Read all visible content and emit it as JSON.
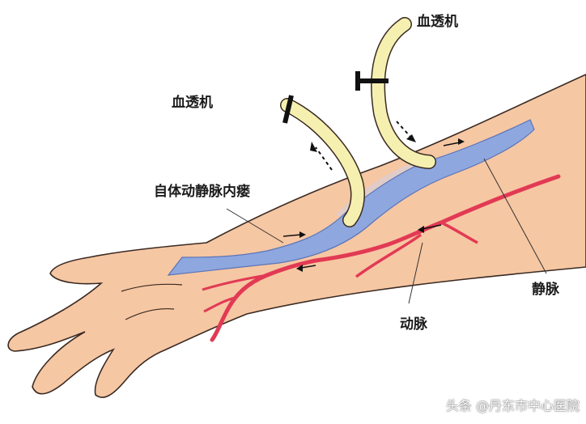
{
  "labels": {
    "dialyzer_left": "血透机",
    "dialyzer_right": "血透机",
    "fistula": "自体动静脉内瘘",
    "vein": "静脉",
    "artery": "动脉"
  },
  "watermark": "头条 @丹东市中心医院",
  "colors": {
    "skin": "#f6c7a3",
    "skin_outline": "#3a2a22",
    "vein": "#8ea7df",
    "artery": "#e23a54",
    "tube": "#f5f0b0"
  }
}
